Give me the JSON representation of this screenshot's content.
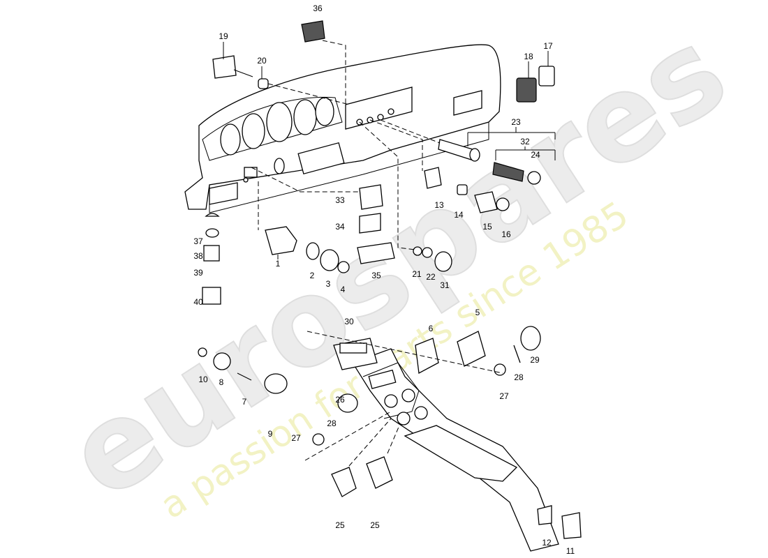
{
  "watermark": {
    "brand": "eurospares",
    "tagline": "a passion for parts since 1985"
  },
  "labels": [
    "36",
    "19",
    "20",
    "18",
    "17",
    "23",
    "32",
    "24",
    "33",
    "34",
    "13",
    "14",
    "15",
    "16",
    "37",
    "38",
    "39",
    "40",
    "1",
    "2",
    "3",
    "4",
    "35",
    "21",
    "22",
    "31",
    "30",
    "6",
    "5",
    "29",
    "28",
    "27",
    "10",
    "8",
    "7",
    "9",
    "26",
    "28",
    "27",
    "25",
    "25",
    "12",
    "11"
  ]
}
